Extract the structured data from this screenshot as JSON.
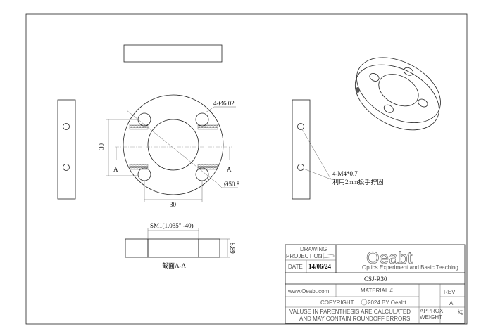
{
  "drawing": {
    "dim_hole_dia": "4-Ø6.02",
    "dim_outer_dia": "Ø50.8",
    "dim_vertical": "30",
    "dim_horizontal": "30",
    "section_mark_left": "A",
    "section_mark_right": "A",
    "tapped_hole_note_1": "4-M4*0.7",
    "tapped_hole_note_2": "利用2mm扳手拧固",
    "thread_dim": "SM1(1.035\" -40)",
    "thickness_dim": "8.89",
    "section_label": "截面A-A"
  },
  "title_block": {
    "drawing_label": "DRAWING",
    "projection_label": "PROJECTION",
    "date_label": "DATE",
    "date_value": "14/06/24",
    "logo_text": "Oeabt",
    "logo_subtitle": "Optics Experiment and Basic Teaching",
    "part_number": "CSJ-R30",
    "website": "www.Oeabt.com",
    "material_label": "MATERIAL #",
    "rev_label": "REV",
    "rev_value": "A",
    "copyright_label": "COPYRIGHT",
    "copyright_year": "2024 BY Oeabt",
    "note_line1": "VALUSE IN PARENTHESIS ARE CALCULATED",
    "note_line2": "AND MAY CONTAIN ROUNDOFF ERRORS",
    "approx_label": "APPROX",
    "weight_label": "WEIGHT",
    "weight_unit": "kg"
  }
}
